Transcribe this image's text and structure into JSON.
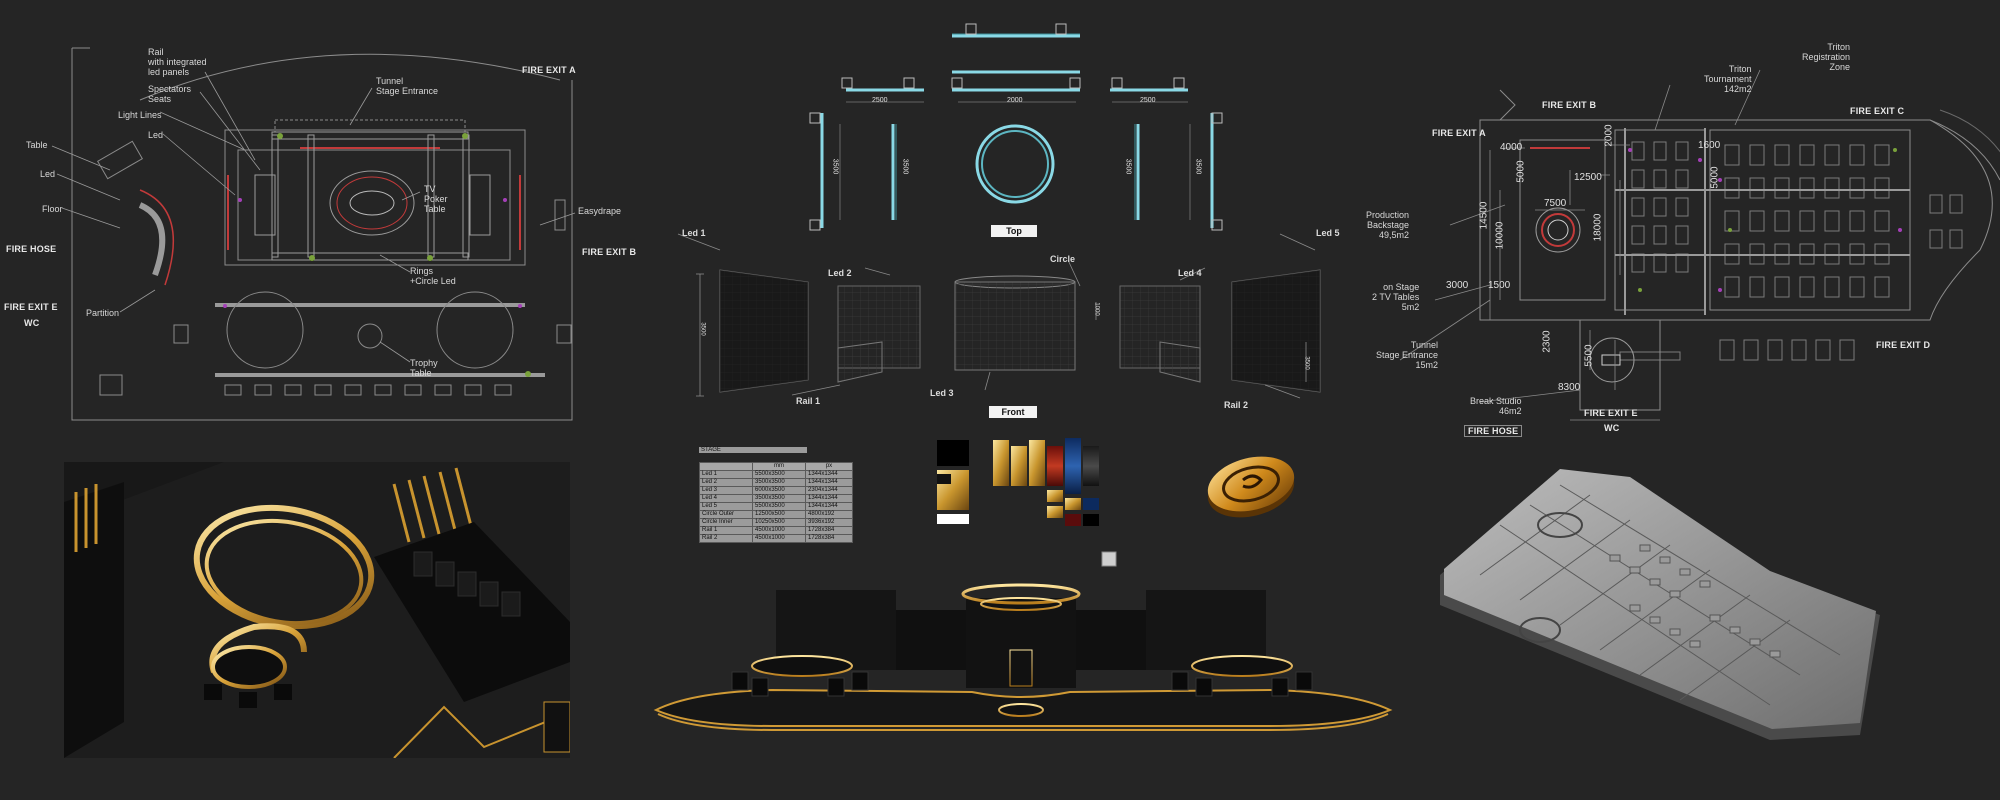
{
  "venue_plan": {
    "labels": {
      "rail": "Rail\nwith integrated\nled panels",
      "spectators": "Spectators\nSeats",
      "light_lines": "Light Lines",
      "led_a": "Led",
      "table": "Table",
      "led_b": "Led",
      "floor": "Floor",
      "partition": "Partition",
      "tunnel": "Tunnel\nStage Entrance",
      "tv_poker": "TV\nPoker\nTable",
      "easydrape": "Easydrape",
      "rings": "Rings\n+Circle Led",
      "trophy": "Trophy\nTable"
    },
    "fire_exits": {
      "a": "FIRE EXIT A",
      "b": "FIRE EXIT B",
      "e": "FIRE EXIT E",
      "hose": "FIRE HOSE",
      "wc": "WC"
    }
  },
  "elevations": {
    "top_tag": "Top",
    "front_tag": "Front",
    "dims": [
      "2500",
      "2000",
      "2500",
      "3500",
      "3500",
      "3500",
      "3500"
    ],
    "panels": {
      "led1": "Led 1",
      "led2": "Led 2",
      "circle": "Circle",
      "led4": "Led 4",
      "led5": "Led 5",
      "led3": "Led 3",
      "rail1": "Rail 1",
      "rail2": "Rail 2"
    },
    "side_dims": [
      "3500",
      "1000",
      "3500"
    ]
  },
  "spec_table": {
    "title": "STAGE",
    "headers": [
      "",
      "mm",
      "px"
    ],
    "rows": [
      [
        "Led 1",
        "5500x3500",
        "1344x1344"
      ],
      [
        "Led 2",
        "3500x3500",
        "1344x1344"
      ],
      [
        "Led 3",
        "6000x3500",
        "2304x1344"
      ],
      [
        "Led 4",
        "3500x3500",
        "1344x1344"
      ],
      [
        "Led 5",
        "5500x3500",
        "1344x1344"
      ],
      [
        "Circle Outer",
        "12500x500",
        "4800x192"
      ],
      [
        "Circle Inner",
        "10250x500",
        "3936x192"
      ],
      [
        "Rail 1",
        "4500x1000",
        "1728x384"
      ],
      [
        "Rail 2",
        "4500x1000",
        "1728x384"
      ]
    ]
  },
  "palette": {
    "colors": [
      "#000000",
      "#c9a23a",
      "#e0b84a",
      "#8a6a1c",
      "#b3261e",
      "#1f4f8f",
      "#2a2a2a",
      "#d9a830",
      "#6b1010",
      "#0c2a5e",
      "#111111",
      "#ffffff",
      "#cfcfcf"
    ]
  },
  "floor_plan": {
    "labels": {
      "triton_reg": "Triton\nRegistration\nZone",
      "triton_tour": "Triton\nTournament\n142m2",
      "production": "Production\nBackstage\n49,5m2",
      "tv_tables": "on Stage\n2 TV Tables\n5m2",
      "tunnel": "Tunnel\nStage Entrance\n15m2",
      "break_studio": "Break Studio\n46m2"
    },
    "fire_exits": {
      "a": "FIRE EXIT A",
      "b": "FIRE EXIT B",
      "c": "FIRE EXIT C",
      "d": "FIRE EXIT D",
      "e": "FIRE EXIT E",
      "hose": "FIRE HOSE",
      "wc": "WC"
    },
    "dims": {
      "d4000": "4000",
      "d2000": "2000",
      "d1600": "1600",
      "d5000a": "5000",
      "d12500": "12500",
      "d5000b": "5000",
      "d7500": "7500",
      "d14500": "14500",
      "d10000": "10000",
      "d18000": "18000",
      "d3000": "3000",
      "d1500": "1500",
      "d2300": "2300",
      "d5500": "5500",
      "d8300": "8300"
    }
  }
}
